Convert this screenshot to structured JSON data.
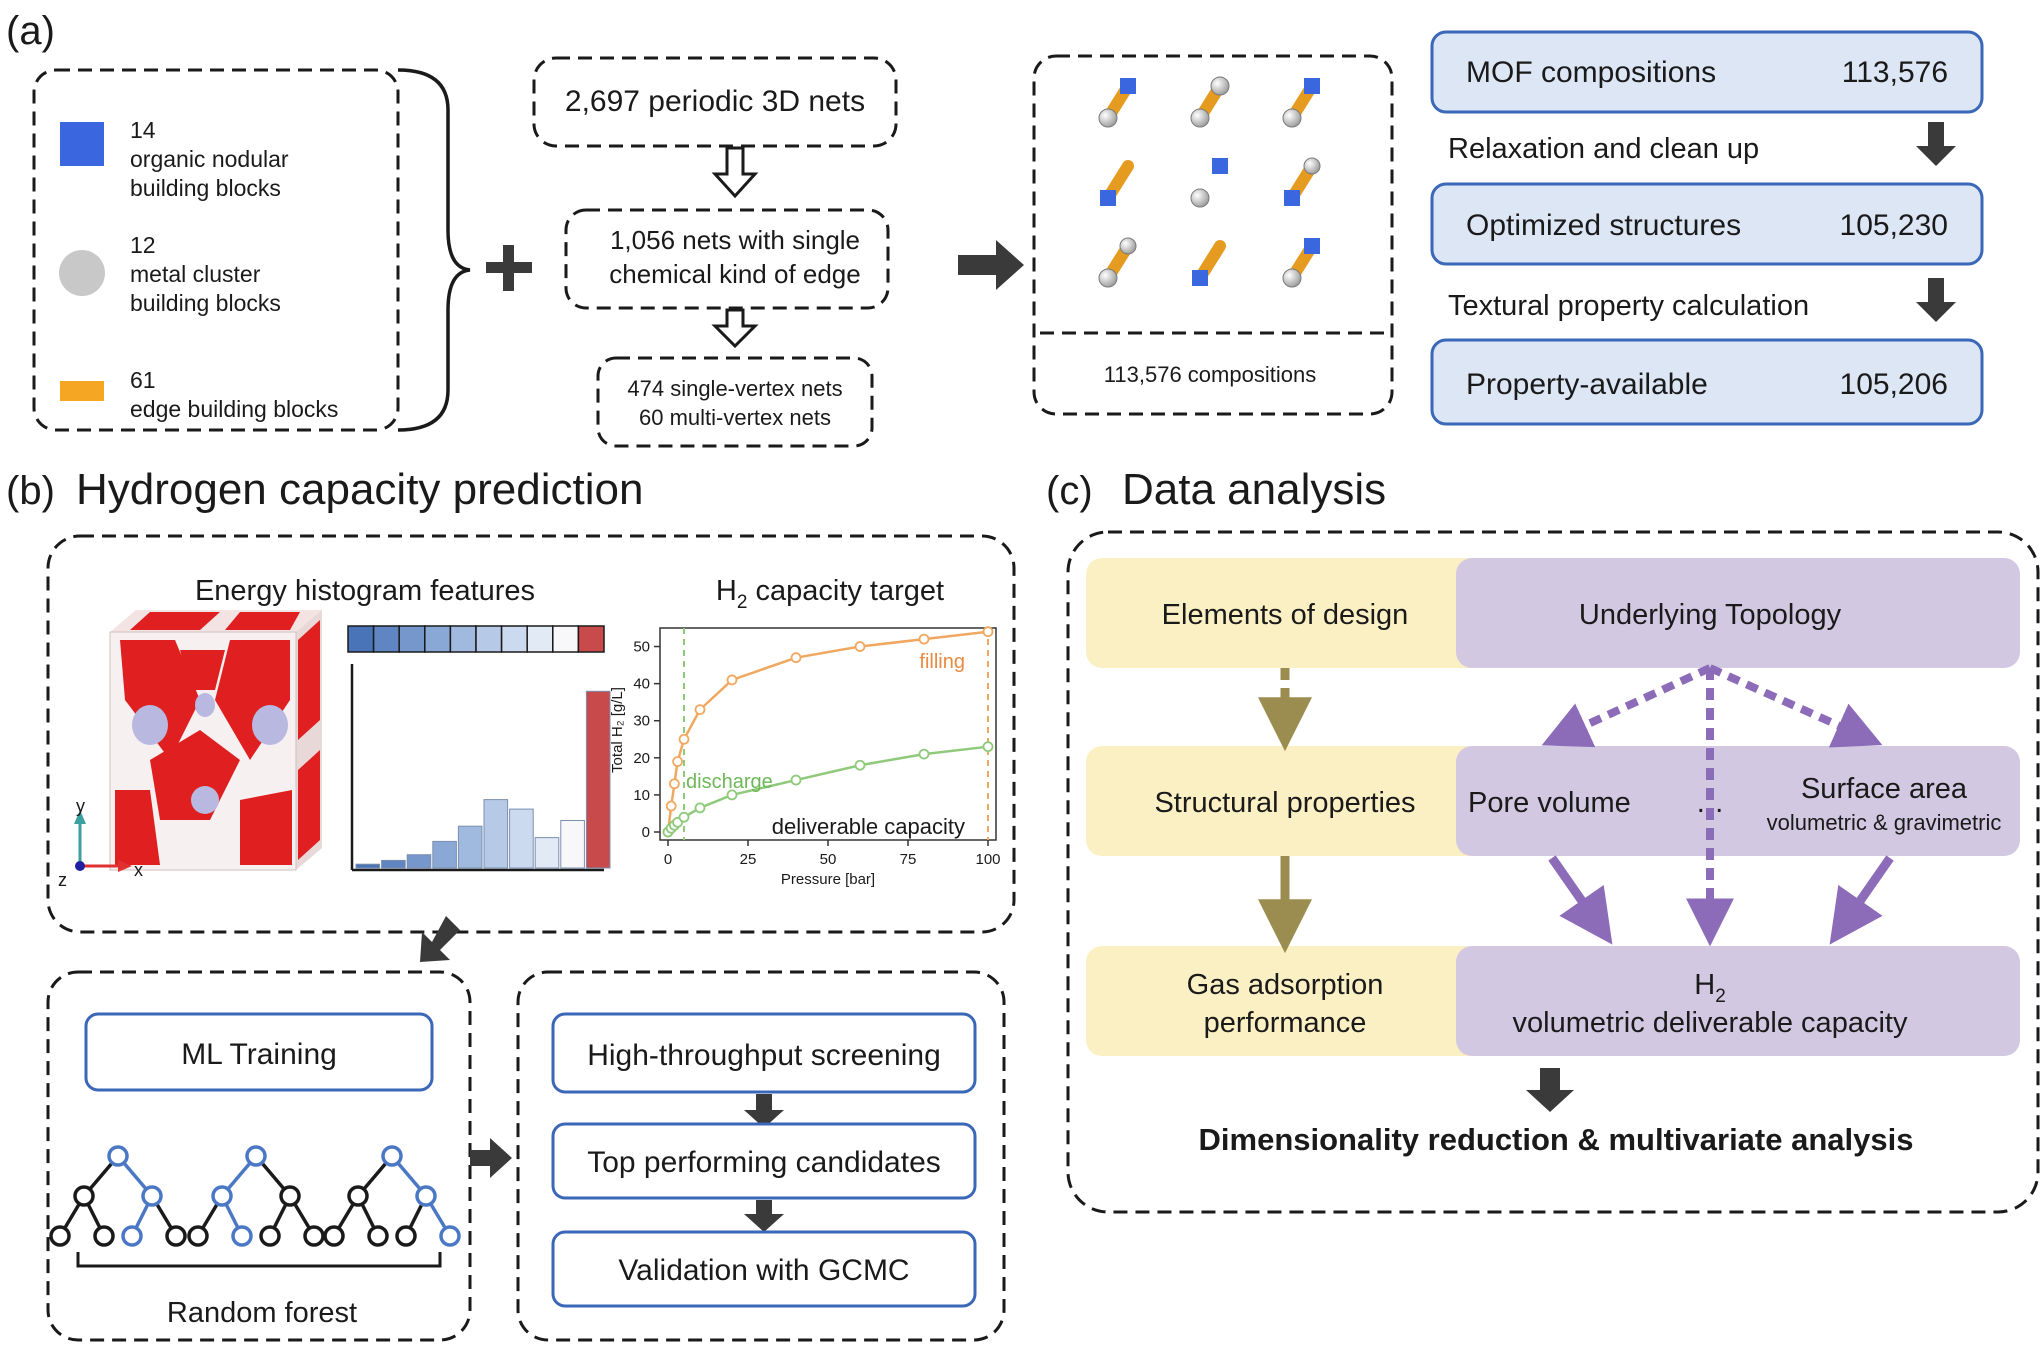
{
  "panel_a": {
    "label": "(a)",
    "blocks": [
      {
        "count": "14",
        "line1": "organic nodular",
        "line2": "building blocks",
        "color": "#3a66e0",
        "icon": "blue-square-icon"
      },
      {
        "count": "12",
        "line1": "metal cluster",
        "line2": "building blocks",
        "color": "#c8c8c8",
        "icon": "grey-circle-icon"
      },
      {
        "count": "61",
        "line1": "edge building blocks",
        "line2": "",
        "color": "#f5a623",
        "icon": "orange-rect-icon"
      }
    ],
    "nets_total": "2,697  periodic  3D nets",
    "nets_single_1": "1,056 nets with single",
    "nets_single_2": "chemical kind of edge",
    "nets_split_1": "474 single-vertex nets",
    "nets_split_2": "60 multi-vertex nets",
    "compositions_caption": "113,576 compositions",
    "pipeline": [
      {
        "label": "MOF compositions",
        "value": "113,576"
      },
      {
        "label": "Optimized structures",
        "value": "105,230"
      },
      {
        "label": "Property-available",
        "value": "105,206"
      }
    ],
    "steps": [
      "Relaxation  and  clean  up",
      "Textural  property  calculation"
    ]
  },
  "panel_b": {
    "label": "(b)",
    "title": "Hydrogen capacity prediction",
    "features_title": "Energy histogram features",
    "target_title_main": "H",
    "target_title_sub": "2",
    "target_title_rest": " capacity target",
    "histogram_colors": [
      "#4a74b8",
      "#5f86c2",
      "#7597cc",
      "#8aa8d5",
      "#a0b9df",
      "#b6c9e7",
      "#ccdaef",
      "#e2eaf6",
      "#f8f8fb",
      "#c94a4a"
    ],
    "histogram_bars": [
      0.02,
      0.04,
      0.07,
      0.14,
      0.22,
      0.36,
      0.31,
      0.16,
      0.25,
      0.93
    ],
    "axes_labels": {
      "x": "x",
      "y": "y",
      "z": "z"
    },
    "chart": {
      "ylabel": "Total H₂ [g/L]",
      "xlabel": "Pressure [bar]",
      "xticks": [
        "0",
        "25",
        "50",
        "75",
        "100"
      ],
      "yticks": [
        "0",
        "10",
        "20",
        "30",
        "40",
        "50"
      ],
      "filling_label": "filling",
      "discharge_label": "discharge",
      "deliverable_label": "deliverable capacity"
    },
    "ml_training": "ML Training",
    "random_forest": "Random forest",
    "screening": [
      "High-throughput  screening",
      "Top  performing  candidates",
      "Validation  with  GCMC"
    ]
  },
  "chart_data": {
    "type": "line",
    "title": "",
    "xlabel": "Pressure [bar]",
    "ylabel": "Total H₂ [g/L]",
    "xlim": [
      0,
      100
    ],
    "ylim": [
      0,
      55
    ],
    "series": [
      {
        "name": "filling",
        "color": "#f0a860",
        "x": [
          0,
          1,
          2,
          3,
          5,
          10,
          20,
          40,
          60,
          80,
          100
        ],
        "y": [
          0,
          7,
          13,
          19,
          25,
          33,
          41,
          47,
          50,
          52,
          54
        ]
      },
      {
        "name": "discharge",
        "color": "#8fc97a",
        "x": [
          0,
          1,
          2,
          3,
          5,
          10,
          20,
          40,
          60,
          80,
          100
        ],
        "y": [
          0,
          1,
          1.8,
          2.6,
          4,
          6.5,
          10,
          14,
          18,
          21,
          23
        ]
      }
    ],
    "vlines": [
      {
        "x": 5,
        "color": "#8fc97a"
      },
      {
        "x": 100,
        "color": "#f0a860"
      }
    ]
  },
  "panel_c": {
    "label": "(c)",
    "title": "Data analysis",
    "left": [
      "Elements of design",
      "Structural properties",
      "Gas adsorption",
      "performance"
    ],
    "topology": "Underlying Topology",
    "pore_volume": "Pore volume",
    "ellipsis": "…",
    "surface_area": "Surface area",
    "surface_sub": "volumetric & gravimetric",
    "h2_main": "H",
    "h2_sub": "2",
    "h2_capacity": "volumetric deliverable capacity",
    "bottom": "Dimensionality  reduction  &  multivariate  analysis",
    "colors": {
      "yellow": "#fbf0c4",
      "purple": "#d3c8e2",
      "olive_arrow": "#9b8d4f",
      "purple_arrow": "#8c6bb8"
    }
  }
}
